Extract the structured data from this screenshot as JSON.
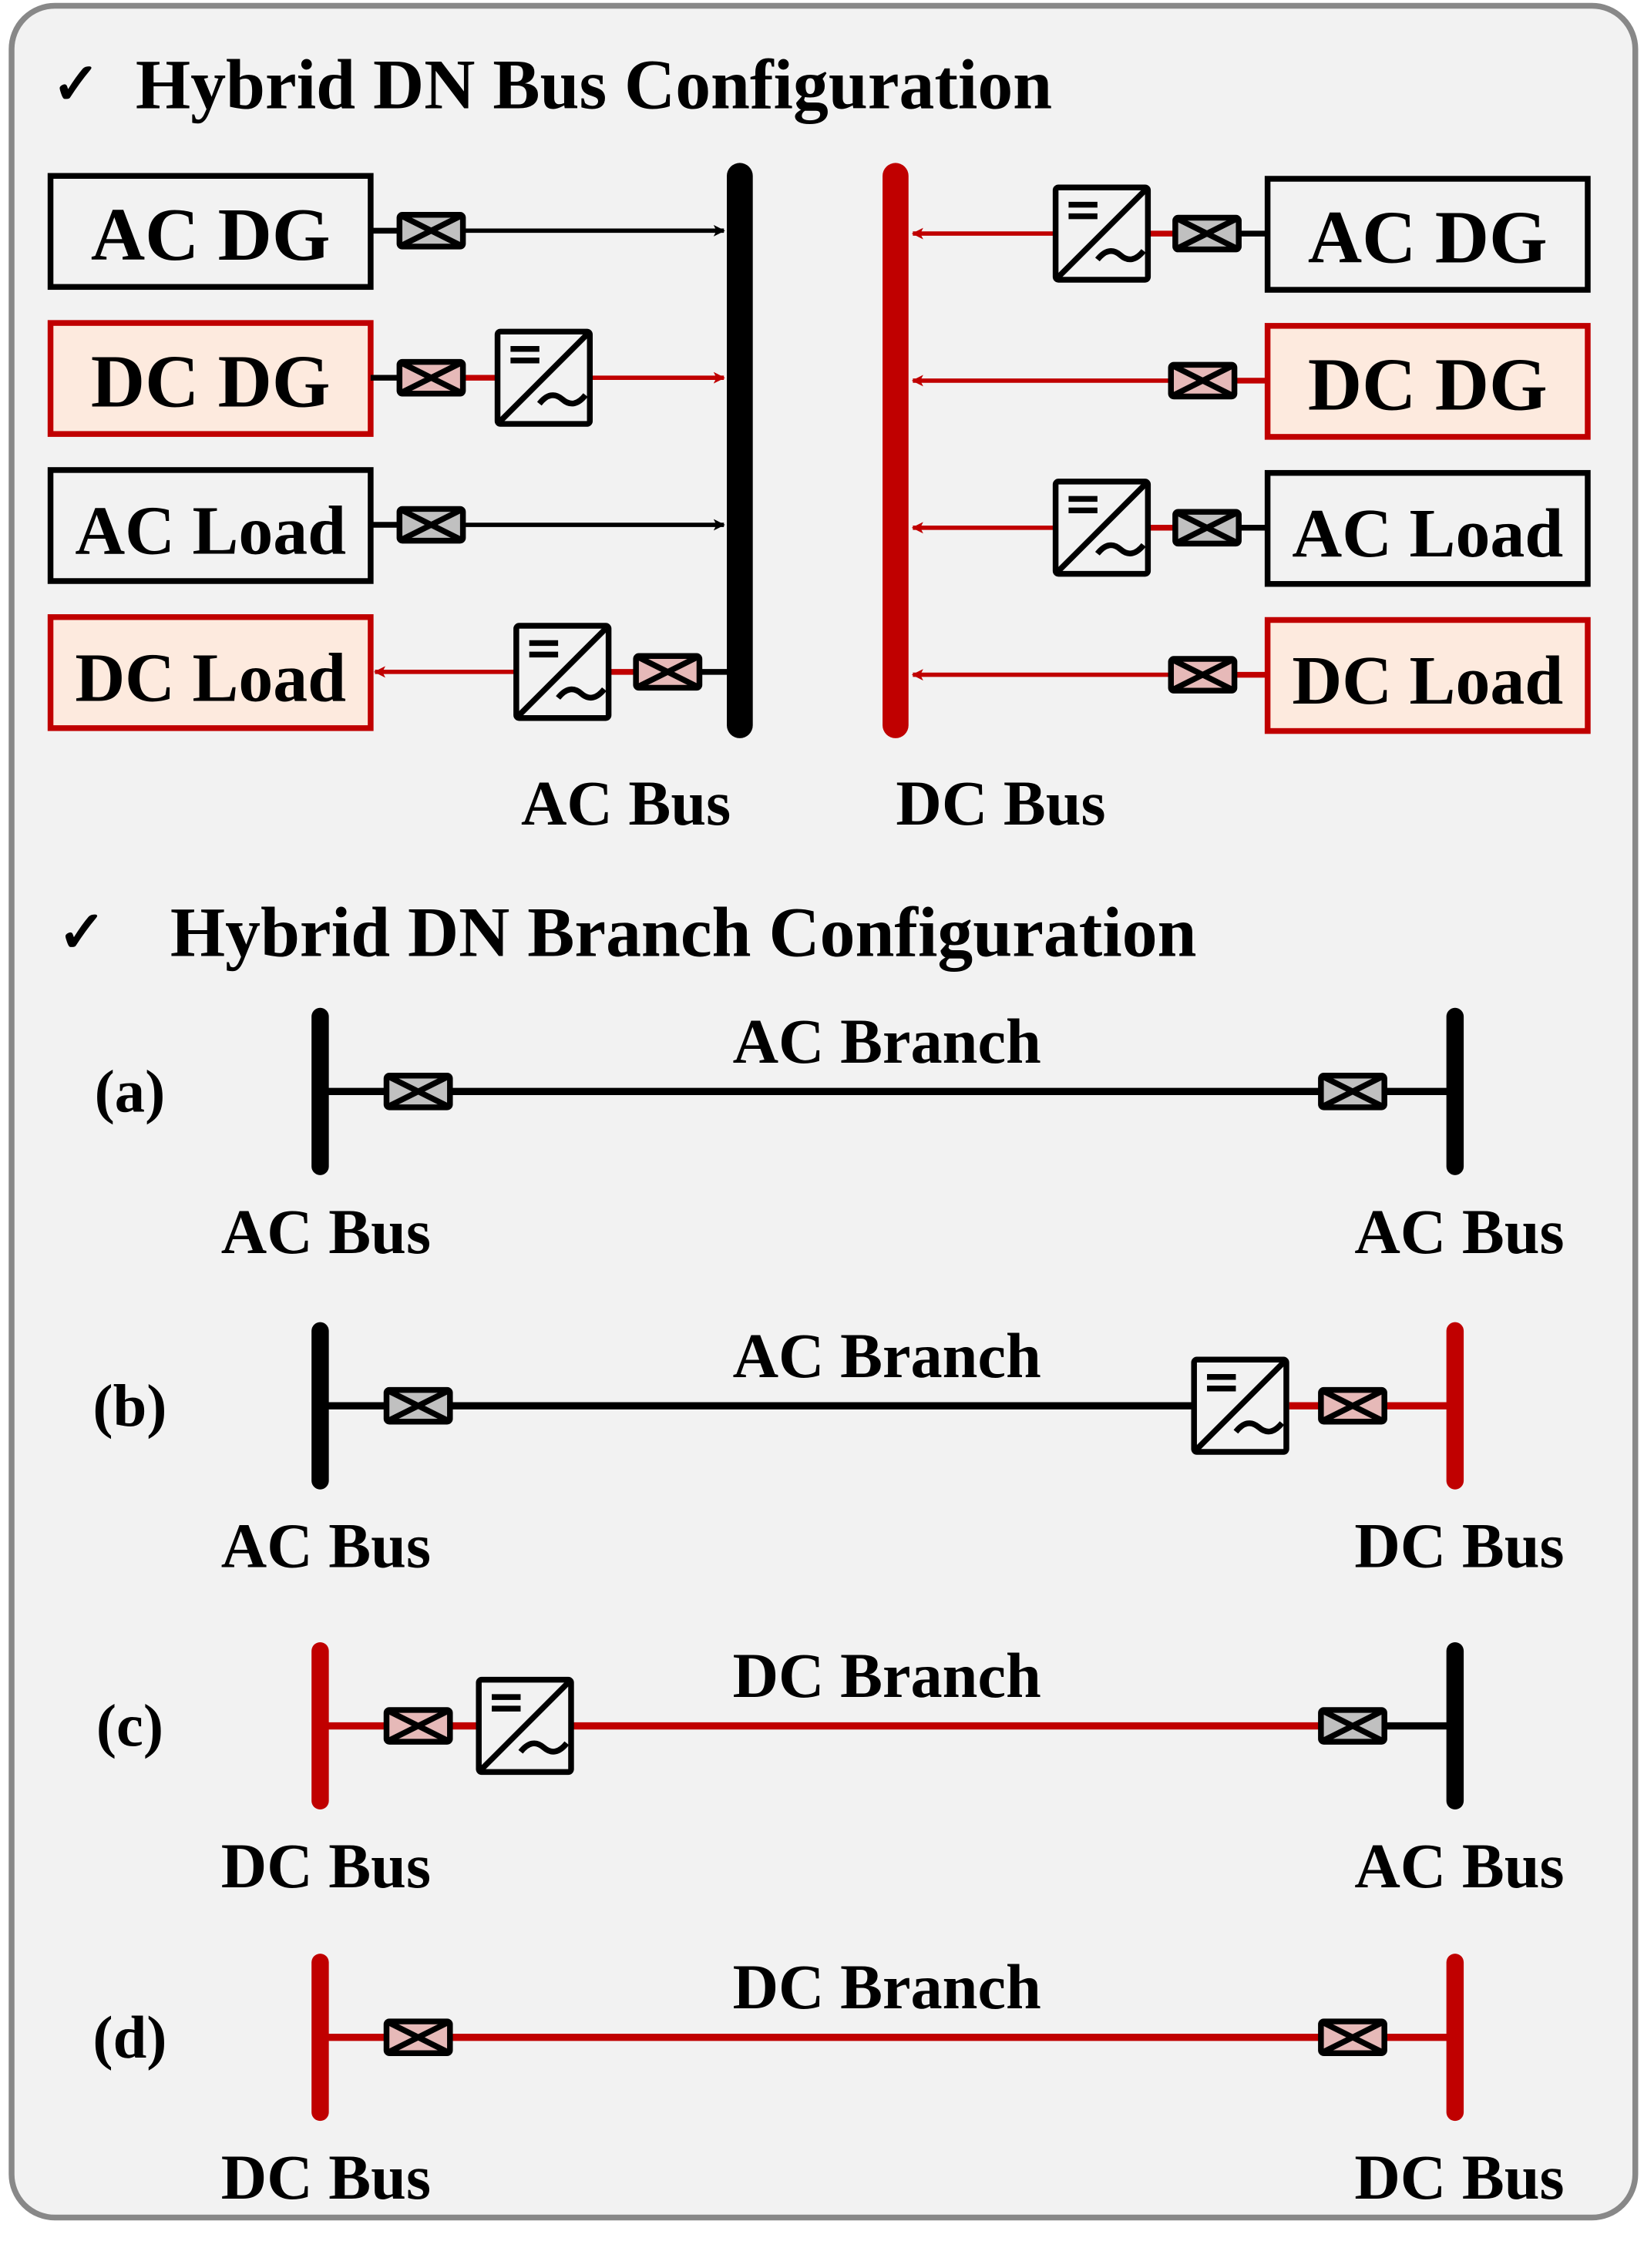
{
  "colors": {
    "panel_bg": "#f2f2f2",
    "panel_border": "#888888",
    "ac_line": "#000000",
    "dc_line": "#c00000",
    "dc_box_fill": "#fdeade",
    "ac_breaker_fill": "#c0c0c0",
    "dc_breaker_fill": "#e6b9b8"
  },
  "bus_section": {
    "check": "✓",
    "title": "Hybrid DN Bus Configuration",
    "left": {
      "bus_label": "AC Bus",
      "bus_type": "AC",
      "devices": [
        {
          "label": "AC DG",
          "type": "AC",
          "converter": false,
          "direction": "to-bus"
        },
        {
          "label": "DC DG",
          "type": "DC",
          "converter": true,
          "direction": "to-bus"
        },
        {
          "label": "AC Load",
          "type": "AC",
          "converter": false,
          "direction": "to-bus"
        },
        {
          "label": "DC Load",
          "type": "DC",
          "converter": true,
          "direction": "from-bus"
        }
      ]
    },
    "right": {
      "bus_label": "DC Bus",
      "bus_type": "DC",
      "devices": [
        {
          "label": "AC DG",
          "type": "AC",
          "converter": true,
          "direction": "to-bus"
        },
        {
          "label": "DC DG",
          "type": "DC",
          "converter": false,
          "direction": "to-bus"
        },
        {
          "label": "AC Load",
          "type": "AC",
          "converter": true,
          "direction": "to-bus"
        },
        {
          "label": "DC Load",
          "type": "DC",
          "converter": false,
          "direction": "to-bus"
        }
      ]
    }
  },
  "branch_section": {
    "check": "✓",
    "title": "Hybrid DN Branch Configuration",
    "cases": [
      {
        "tag": "(a)",
        "branch_label": "AC Branch",
        "from_bus": "AC Bus",
        "to_bus": "AC Bus"
      },
      {
        "tag": "(b)",
        "branch_label": "AC Branch",
        "from_bus": "AC Bus",
        "to_bus": "DC Bus"
      },
      {
        "tag": "(c)",
        "branch_label": "DC Branch",
        "from_bus": "DC Bus",
        "to_bus": "AC Bus"
      },
      {
        "tag": "(d)",
        "branch_label": "DC Branch",
        "from_bus": "DC Bus",
        "to_bus": "DC Bus"
      }
    ]
  }
}
